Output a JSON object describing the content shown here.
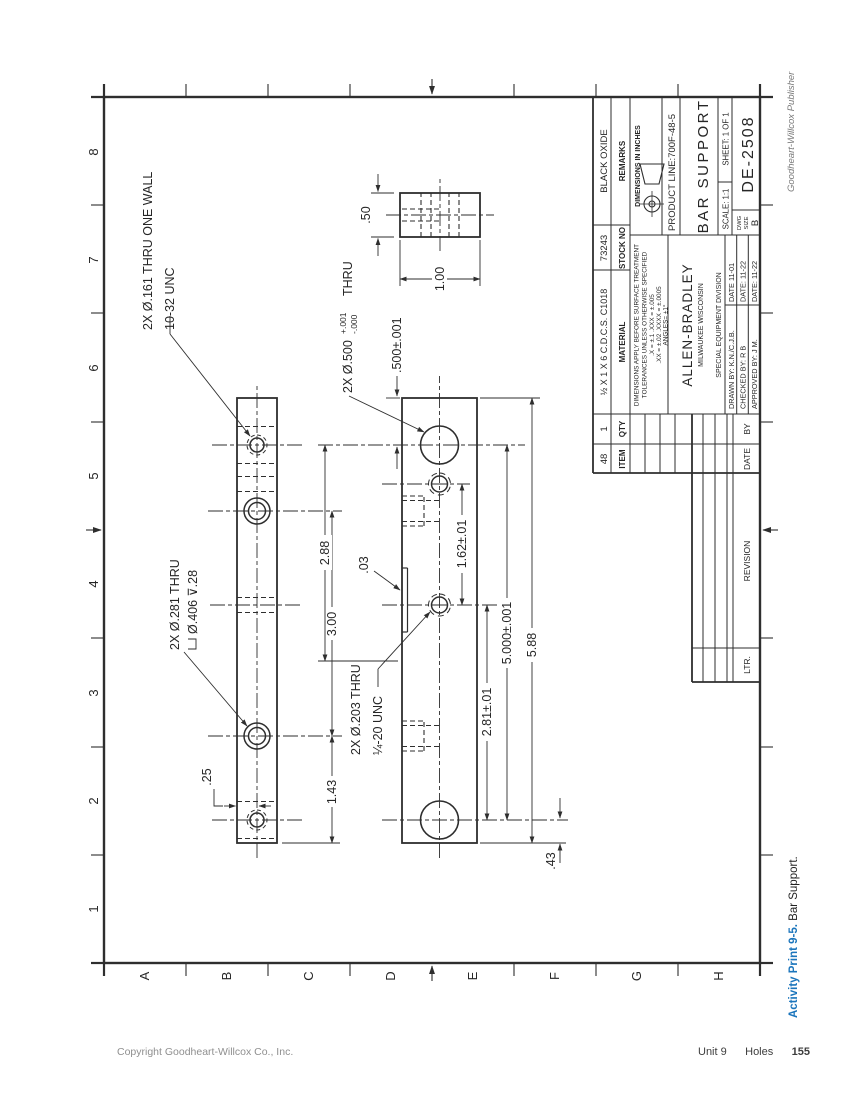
{
  "document": {
    "publisher_credit": "Goodheart-Willcox Publisher",
    "caption_label": "Activity Print 9-5.",
    "caption_text": " Bar Support.",
    "footer_left": "Copyright Goodheart-Willcox Co., Inc.",
    "footer_unit": "Unit 9",
    "footer_section": "Holes",
    "footer_page": "155",
    "accent_color": "#1b75bc"
  },
  "zones": {
    "numbers": [
      "1",
      "2",
      "3",
      "4",
      "5",
      "6",
      "7",
      "8"
    ],
    "letters": [
      "A",
      "B",
      "C",
      "D",
      "E",
      "F",
      "G",
      "H"
    ]
  },
  "callouts": {
    "hole_161": {
      "line1": "2X Ø.161 THRU ONE WALL",
      "line2": "10-32 UNC"
    },
    "hole_281": {
      "line1": "2X Ø.281 THRU",
      "line2": "Ø.406  ⊽.28"
    },
    "hole_500": {
      "prefix": "2X Ø.500",
      "tol_upper": "+.001",
      "tol_lower": "-.000",
      "suffix": "THRU"
    },
    "hole_203": {
      "line1": "2X Ø.203 THRU",
      "line2": "¼-20 UNC"
    }
  },
  "dimensions": {
    "edge_offset": ".25",
    "cbore_from_end": "1.43",
    "cbore_spacing": "3.00",
    "tap_to_hole": "2.88",
    "groove": ".03",
    "tap_spacing": "1.62±.01",
    "hole_to_tap": "2.81±.01",
    "hole_spacing": "5.000±.001",
    "overall_length": "5.88",
    "hole_from_end": ".43",
    "thickness": ".50",
    "width": "1.00",
    "hole_from_face": ".500±.001"
  },
  "title_block": {
    "parts_list": {
      "headers": [
        "ITEM",
        "QTY",
        "MATERIAL",
        "STOCK NO",
        "REMARKS"
      ],
      "row": {
        "item": "48",
        "qty": "1",
        "material": "½ X 1 X 6 C.D.C.S. C1018",
        "stock_no": "73243",
        "remarks": "BLACK OXIDE"
      }
    },
    "tolerance_note": [
      "DIMENSIONS APPLY BEFORE SURFACE TREATMENT",
      "TOLERANCES UNLESS OTHERWISE SPECIFIED",
      ".X = ±.1       .XXX = ±.005",
      ".XX = ±.02   .XXXX = ±.0005",
      "ANGLES= ±1°"
    ],
    "company": {
      "name": "ALLEN-BRADLEY",
      "city": "MILWAUKEE WISCONSIN",
      "division": "SPECIAL  EQUIPMENT  DIVISION"
    },
    "signatures": [
      {
        "role": "DRAWN BY: K.N./C.J.B.",
        "date": "DATE 11-01"
      },
      {
        "role": "CHECKED BY: R B",
        "date": "DATE: 11-22"
      },
      {
        "role": "APPROVED BY: J M.",
        "date": "DATE: 11-22"
      }
    ],
    "dimensions_note": "DIMENSIONS IN INCHES",
    "product_line": "PRODUCT LINE:700F-48-5",
    "title": "BAR SUPPORT",
    "scale": "SCALE: 1:1",
    "sheet": "SHEET: 1 OF 1",
    "size_label": [
      "DWG",
      "SIZE"
    ],
    "size": "B",
    "drawing_number": "DE-2508",
    "revision": {
      "headers": [
        "LTR.",
        "REVISION",
        "DATE",
        "BY"
      ]
    }
  }
}
